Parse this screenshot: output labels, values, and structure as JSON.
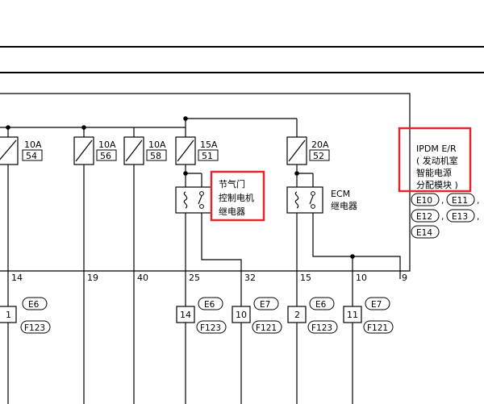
{
  "fuses": [
    {
      "amp": "10A",
      "num": "54"
    },
    {
      "amp": "10A",
      "num": "56"
    },
    {
      "amp": "10A",
      "num": "58"
    },
    {
      "amp": "15A",
      "num": "51"
    },
    {
      "amp": "20A",
      "num": "52"
    }
  ],
  "relays": {
    "throttle": [
      "节气门",
      "控制电机",
      "继电器"
    ],
    "ecm": [
      "ECM",
      "继电器"
    ]
  },
  "module": {
    "lines": [
      "IPDM E/R",
      "( 发动机室",
      "智能电源",
      "分配模块 )"
    ],
    "connectors": [
      "E10",
      "E11",
      "E12",
      "E13",
      "E14"
    ],
    "commas": [
      ",",
      ",",
      ",",
      ","
    ]
  },
  "pins": [
    "14",
    "19",
    "40",
    "25",
    "32",
    "15",
    "10",
    "9"
  ],
  "bottom_terminals": [
    "1",
    "14",
    "10",
    "2",
    "11"
  ],
  "connector_pills": [
    [
      "E6",
      "F123"
    ],
    [
      "E6",
      "F123"
    ],
    [
      "E7",
      "F121"
    ],
    [
      "E6",
      "F123"
    ],
    [
      "E7",
      "F121"
    ]
  ],
  "colors": {
    "wire": "#000000",
    "highlight": "#e0262e",
    "background": "#ffffff"
  }
}
